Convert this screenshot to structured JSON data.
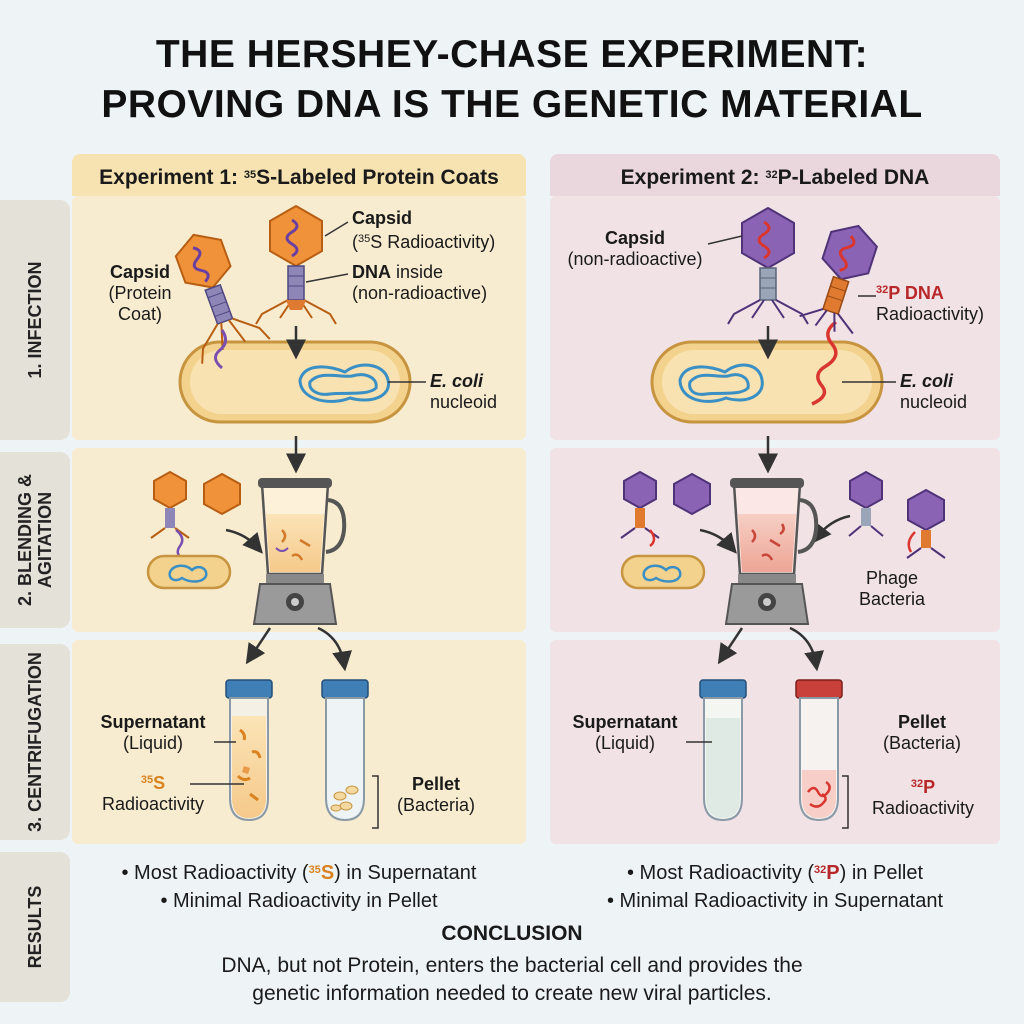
{
  "title": {
    "line1": "THE HERSHEY-CHASE EXPERIMENT:",
    "line2": "PROVING DNA IS THE GENETIC MATERIAL"
  },
  "experiment1": {
    "header_prefix": "Experiment 1: ",
    "header_isotope": "35",
    "header_rest": "S-Labeled Protein Coats",
    "infection": {
      "capsid_left_title": "Capsid",
      "capsid_left_sub1": "(Protein",
      "capsid_left_sub2": "Coat)",
      "capsid_title": "Capsid",
      "capsid_sub_open": "(",
      "capsid_sub_iso": "35",
      "capsid_sub_rest": "S Radioactivity)",
      "dna_title": "DNA",
      "dna_rest": " inside",
      "dna_sub": "(non-radioactive)",
      "ecoli_title": "E. coli",
      "ecoli_sub": "nucleoid"
    },
    "centrifugation": {
      "supernatant": "Supernatant",
      "supernatant_sub": "(Liquid)",
      "iso_num": "35",
      "iso_letter": "S",
      "radioactivity": "Radioactivity",
      "pellet": "Pellet",
      "pellet_sub": "(Bacteria)"
    },
    "results": {
      "line1_a": "• Most Radioactivity (",
      "line1_iso": "35",
      "line1_letter": "S",
      "line1_b": ") in Supernatant",
      "line2": "• Minimal Radioactivity in Pellet"
    }
  },
  "experiment2": {
    "header_prefix": "Experiment 2: ",
    "header_isotope": "32",
    "header_rest": "P-Labeled DNA",
    "infection": {
      "capsid_title": "Capsid",
      "capsid_sub": "(non-radioactive)",
      "dna_iso": "32",
      "dna_title": "P DNA",
      "dna_sub": "Radioactivity)",
      "ecoli_title": "E. coli",
      "ecoli_sub": "nucleoid"
    },
    "blending": {
      "label1": "Phage",
      "label2": "Bacteria"
    },
    "centrifugation": {
      "supernatant": "Supernatant",
      "supernatant_sub": "(Liquid)",
      "pellet": "Pellet",
      "pellet_sub": "(Bacteria)",
      "iso_num": "32",
      "iso_letter": "P",
      "radioactivity": "Radioactivity"
    },
    "results": {
      "line1_a": "• Most Radioactivity (",
      "line1_iso": "32",
      "line1_letter": "P",
      "line1_b": ") in Pellet",
      "line2": "• Minimal Radioactivity in Supernatant"
    }
  },
  "steps": {
    "infection": "1. INFECTION",
    "blending_1": "2. BLENDING &",
    "blending_2": "AGITATION",
    "centrifugation": "3. CENTRIFUGATION",
    "results": "RESULTS"
  },
  "conclusion": {
    "title": "CONCLUSION",
    "line1": "DNA, but not Protein, enters the bacterial cell and provides the",
    "line2": "genetic information needed to create new viral particles."
  },
  "colors": {
    "exp1_header": "#f7e3b2",
    "exp2_header": "#ead6dd",
    "exp1_panel": "#f8ecd0",
    "exp2_panel": "#f1e2e6",
    "orange_label": "#d9821f",
    "red_label": "#b8282a",
    "protein_capsid_orange": "#f0923a",
    "protein_capsid_purple": "#8b63b5",
    "dna_blue": "#3a8fc4"
  }
}
